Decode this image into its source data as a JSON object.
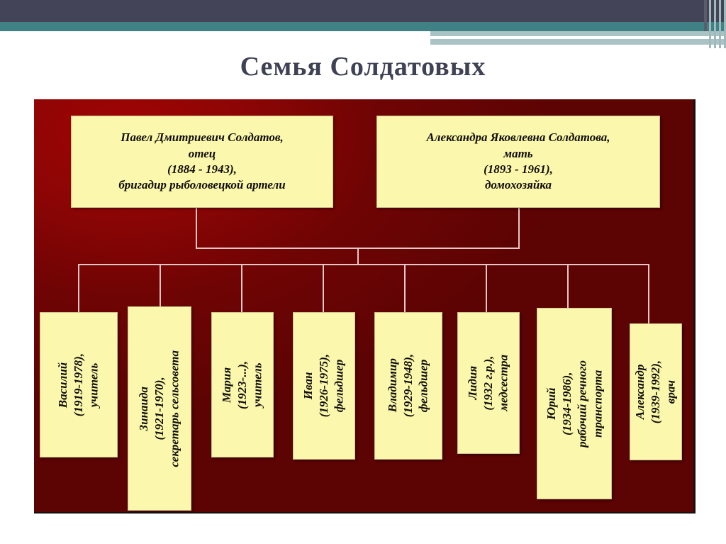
{
  "slide": {
    "title": "Семья Солдатовых",
    "theme": {
      "header_dark": "#434457",
      "header_teal": "#3f8184",
      "header_light": "#a9c3c5",
      "title_color": "#3f4155",
      "panel_red": "#8d0505",
      "node_fill": "#fbf8ae",
      "node_text": "#100c06",
      "connector": "#e9c6c6"
    }
  },
  "chart_data": {
    "type": "diagram",
    "diagram_kind": "family-tree",
    "title": "Семья Солдатовых",
    "parents": [
      {
        "id": "father",
        "name": "Павел Дмитриевич Солдатов,",
        "role": "отец",
        "years": "(1884 - 1943),",
        "occupation": "бригадир рыболовецкой артели",
        "text": "Павел Дмитриевич Солдатов,\nотец\n(1884 - 1943),\nбригадир рыболовецкой артели"
      },
      {
        "id": "mother",
        "name": "Александра Яковлевна Солдатова,",
        "role": "мать",
        "years": "(1893 - 1961),",
        "occupation": "домохозяйка",
        "text": "Александра Яковлевна Солдатова,\nмать\n(1893 - 1961),\nдомохозяйка"
      }
    ],
    "children": [
      {
        "id": "child-1",
        "name": "Василий",
        "years": "(1919-1978),",
        "occupation": "учитель",
        "text": "Василий\n(1919-1978),\nучитель"
      },
      {
        "id": "child-2",
        "name": "Зинаида",
        "years": "(1921-1970),",
        "occupation": "секретарь сельсовета",
        "text": "Зинаида\n(1921-1970),\nсекретарь сельсовета"
      },
      {
        "id": "child-3",
        "name": "Мария",
        "years": "(1923-...),",
        "occupation": "учитель",
        "text": "Мария\n(1923-...),\nучитель"
      },
      {
        "id": "child-4",
        "name": "Иван",
        "years": "(1926-1975),",
        "occupation": "фельдшер",
        "text": "Иван\n(1926-1975),\nфельдшер"
      },
      {
        "id": "child-5",
        "name": "Владимир",
        "years": "(1929-1948),",
        "occupation": "фельдшер",
        "text": "Владимир\n(1929-1948),\nфельдшер"
      },
      {
        "id": "child-6",
        "name": "Лидия",
        "years": "(1932 г.р.),",
        "occupation": "медсестра",
        "text": "Лидия\n(1932 г.р.),\nмедсестра"
      },
      {
        "id": "child-7",
        "name": "Юрий",
        "years": "(1934-1986),",
        "occupation": "рабочий речного транспорта",
        "text": "Юрий\n(1934-1986),\nрабочий речного\nтранспорта"
      },
      {
        "id": "child-8",
        "name": "Александр",
        "years": "(1939-1992),",
        "occupation": "врач",
        "text": "Александр\n(1939-1992),\nврач"
      }
    ]
  }
}
